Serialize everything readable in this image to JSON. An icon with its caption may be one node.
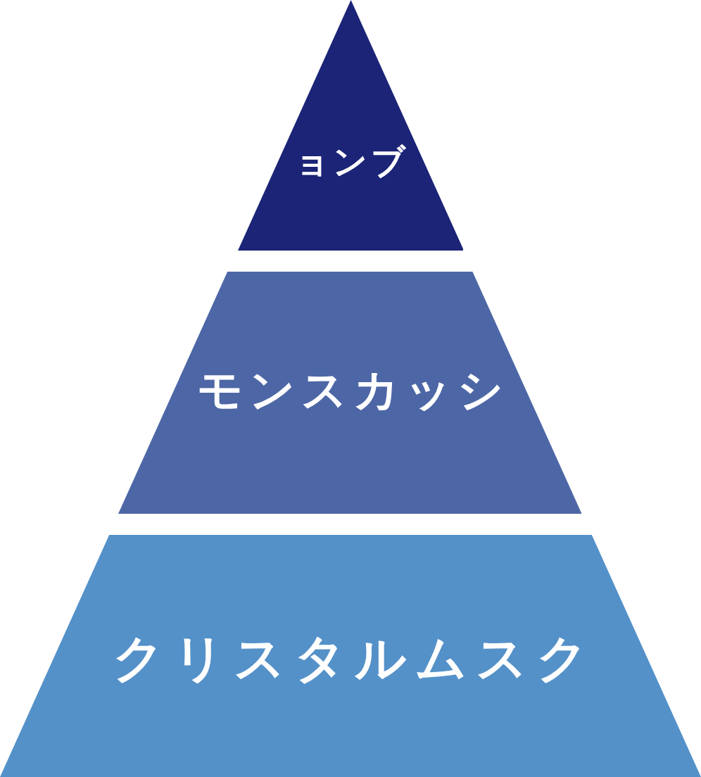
{
  "diagram": {
    "nodes": [
      {
        "text": [
          "ョンブ"
        ]
      },
      {
        "text": [
          "モンスカッシ"
        ]
      },
      {
        "text": [
          "クリスタルムスク"
        ]
      }
    ]
  }
}
